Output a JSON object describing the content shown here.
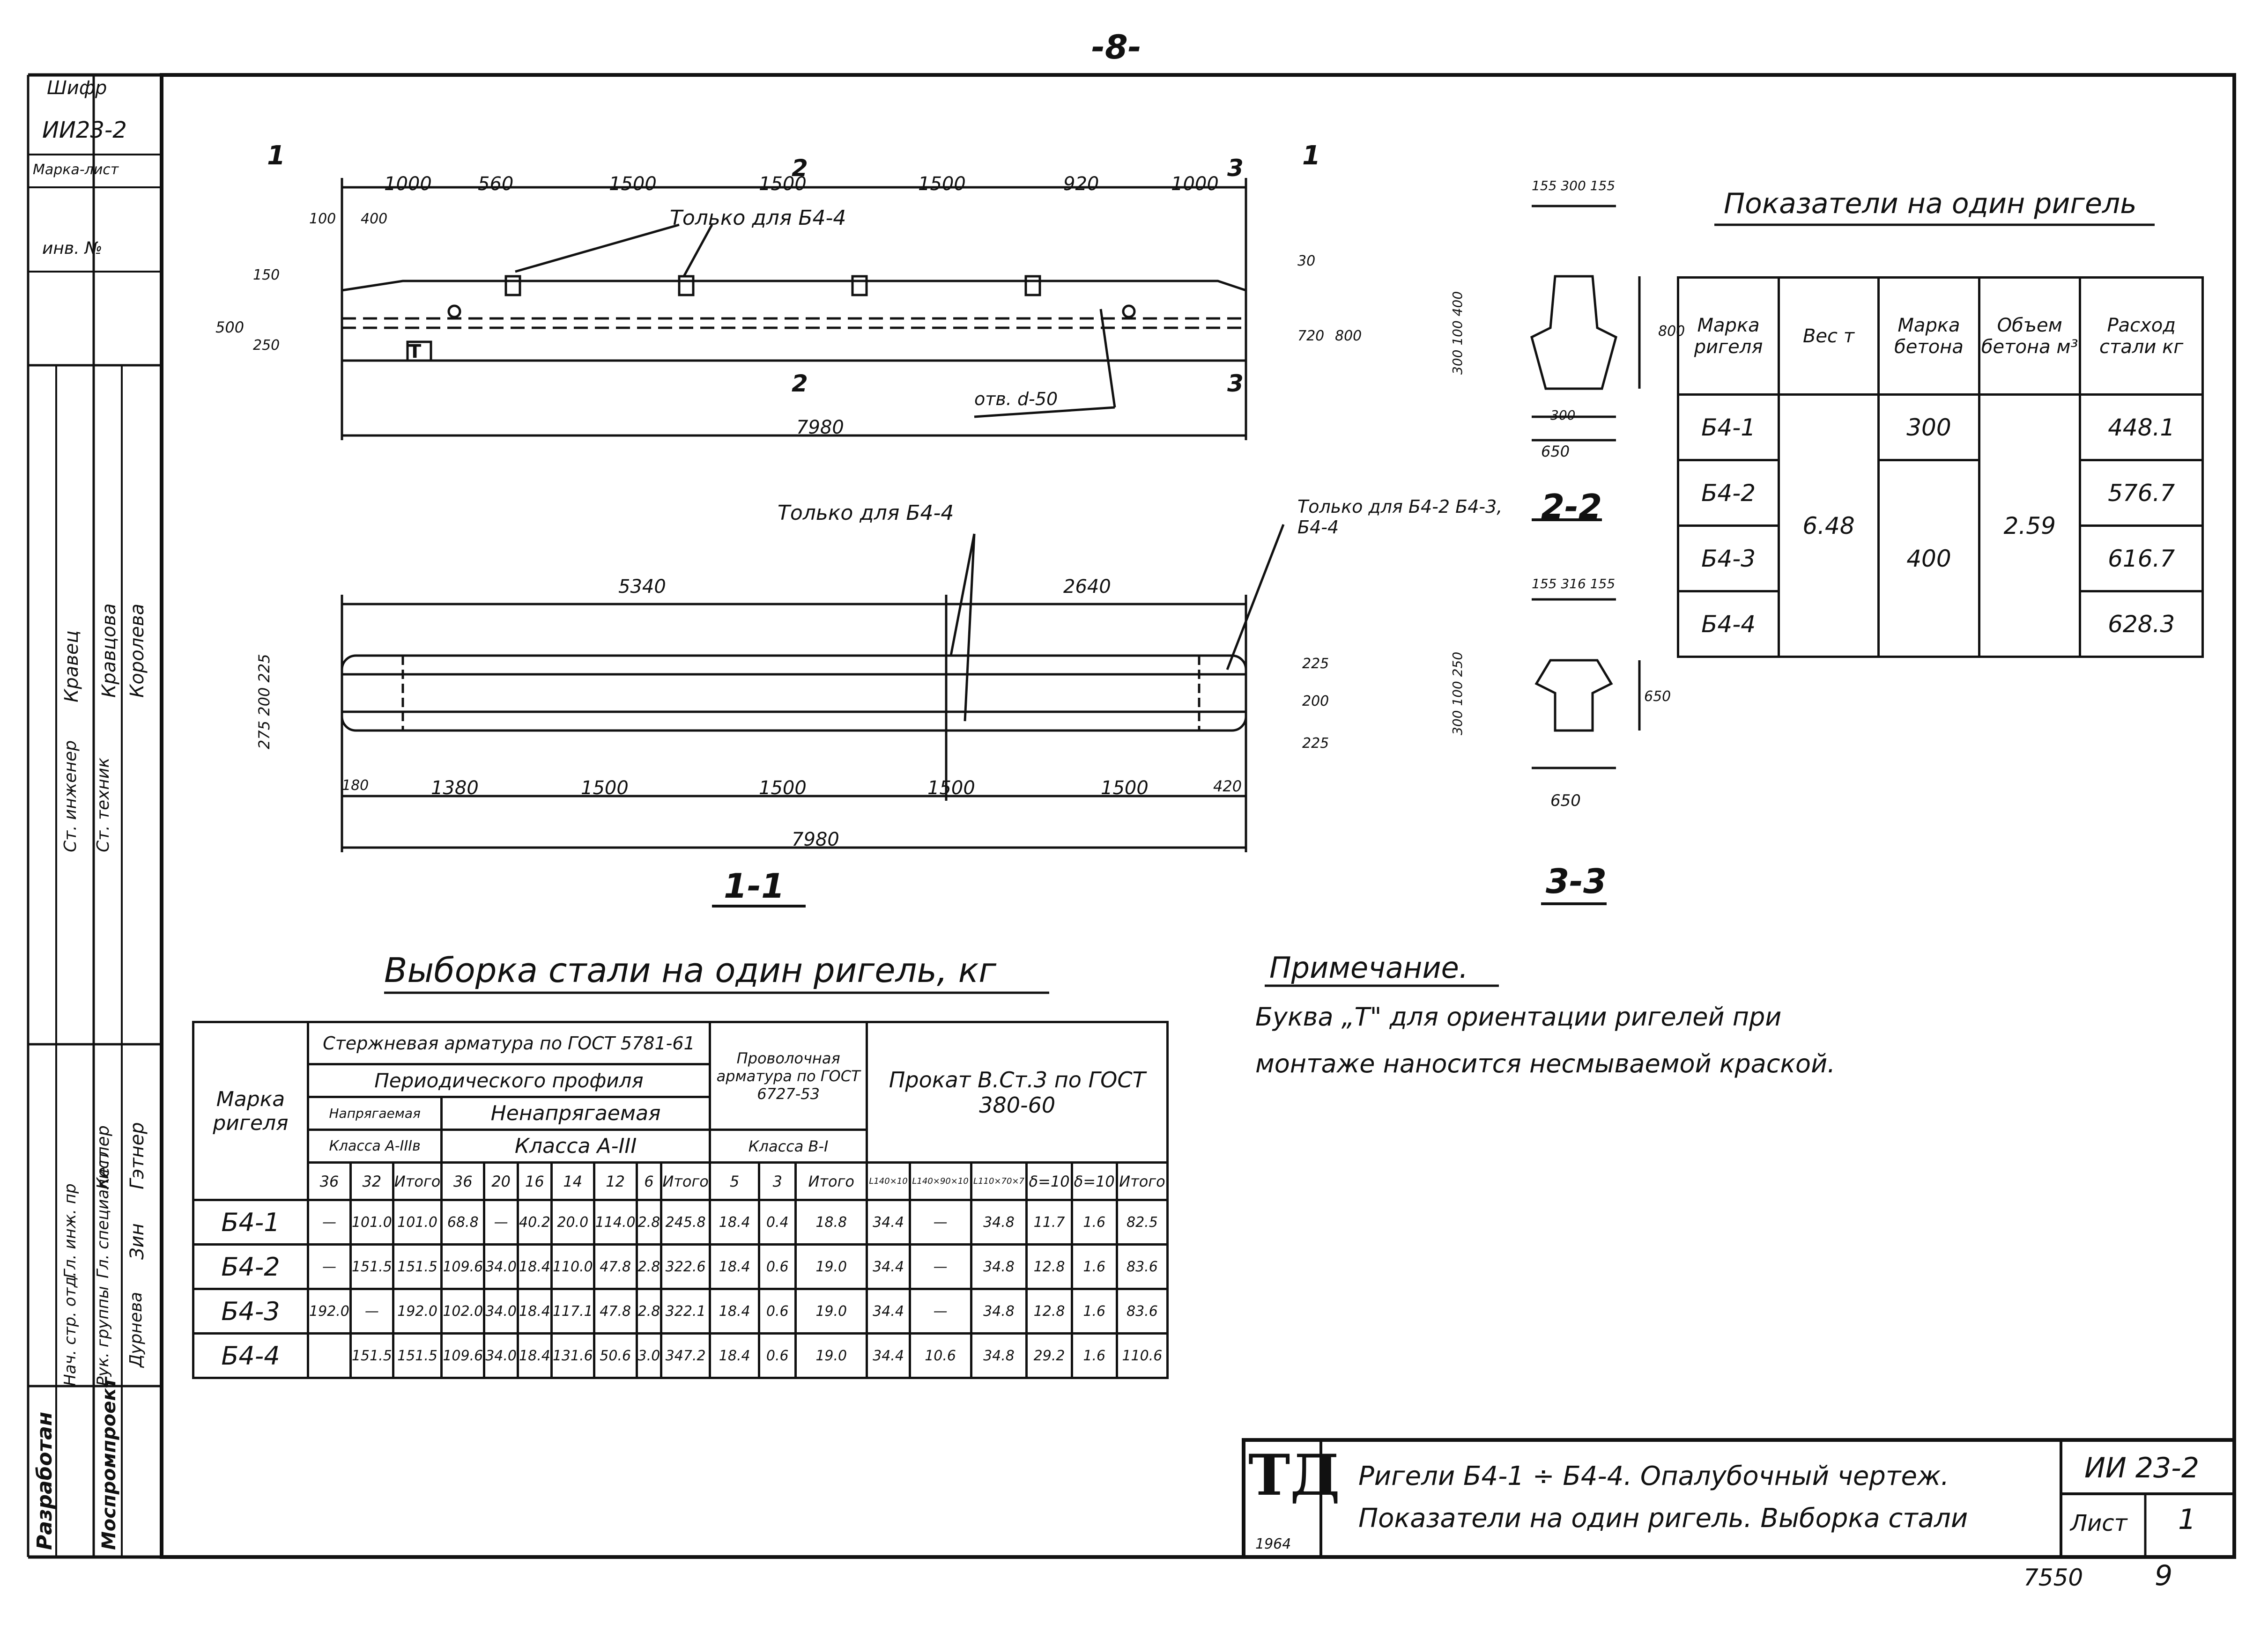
{
  "page_number": "-8-",
  "corner": {
    "shifr": "Шифр",
    "code": "ИИ23-2",
    "marka_list": "Марка-лист",
    "inv": "инв. №"
  },
  "drawing": {
    "top_dims": [
      "1000",
      "560",
      "1500",
      "1500",
      "1500",
      "920",
      "1000"
    ],
    "top_small_dims": [
      "100",
      "400"
    ],
    "note_b44_top": "Только для Б4-4",
    "hole_note": "отв. d-50",
    "height_dims": [
      "500",
      "150",
      "250"
    ],
    "right_dims": [
      "30",
      "720",
      "800"
    ],
    "total_length": "7980",
    "section_marks": [
      "1",
      "1",
      "2",
      "2",
      "3",
      "3"
    ],
    "plan_note_left": "Только для Б4-4",
    "plan_note_right": "Только для Б4-2 Б4-3, Б4-4",
    "plan_top_dims": [
      "5340",
      "2640"
    ],
    "plan_bottom_dims": [
      "180",
      "1380",
      "1500",
      "1500",
      "1500",
      "1500",
      "420"
    ],
    "plan_total": "7980",
    "plan_left_dims": "275 200 225",
    "plan_right_dims": [
      "225",
      "200",
      "225"
    ],
    "section_1_1_title": "1-1",
    "sec22": {
      "title": "2-2",
      "top": "155 300 155",
      "left": "300 100 400",
      "right": "800",
      "bottom": "650",
      "bottom2": "300"
    },
    "sec33": {
      "title": "3-3",
      "top": "155 316 155",
      "left": "300 100 250",
      "right": "650",
      "bottom": "650"
    }
  },
  "indicators": {
    "title": "Показатели на один ригель",
    "headers": [
      "Марка ригеля",
      "Вес т",
      "Марка бетона",
      "Объем бетона м³",
      "Расход стали кг"
    ],
    "rows": [
      {
        "mark": "Б4-1",
        "steel": "448.1"
      },
      {
        "mark": "Б4-2",
        "steel": "576.7"
      },
      {
        "mark": "Б4-3",
        "steel": "616.7"
      },
      {
        "mark": "Б4-4",
        "steel": "628.3"
      }
    ],
    "weight": "6.48",
    "concrete_300": "300",
    "concrete_400": "400",
    "volume": "2.59"
  },
  "steel_table": {
    "title": "Выборка стали на один ригель, кг",
    "h_mark": "Марка ригеля",
    "h_rod": "Стержневая арматура по ГОСТ 5781-61",
    "h_period": "Периодического профиля",
    "h_prestress": "Напрягаемая",
    "h_nonprestress": "Ненапрягаемая",
    "h_class_a3v": "Класса А-IIIв",
    "h_class_a3": "Класса А-III",
    "h_wire": "Проволочная арматура по ГОСТ 6727-53",
    "h_wire_class": "Класса В-I",
    "h_rolled": "Прокат В.Ст.3 по ГОСТ 380-60",
    "cols": [
      "36",
      "32",
      "Итого",
      "36",
      "20",
      "16",
      "14",
      "12",
      "6",
      "Итого",
      "5",
      "3",
      "Итого",
      "L140×10",
      "L140×90×10",
      "L110×70×7",
      "δ=10",
      "δ=10",
      "Итого"
    ],
    "rows": [
      [
        "Б4-1",
        "—",
        "101.0",
        "101.0",
        "68.8",
        "—",
        "40.2",
        "20.0",
        "114.0",
        "2.8",
        "245.8",
        "18.4",
        "0.4",
        "18.8",
        "34.4",
        "—",
        "34.8",
        "11.7",
        "1.6",
        "82.5"
      ],
      [
        "Б4-2",
        "—",
        "151.5",
        "151.5",
        "109.6",
        "34.0",
        "18.4",
        "110.0",
        "47.8",
        "2.8",
        "322.6",
        "18.4",
        "0.6",
        "19.0",
        "34.4",
        "—",
        "34.8",
        "12.8",
        "1.6",
        "83.6"
      ],
      [
        "Б4-3",
        "192.0",
        "—",
        "192.0",
        "102.0",
        "34.0",
        "18.4",
        "117.1",
        "47.8",
        "2.8",
        "322.1",
        "18.4",
        "0.6",
        "19.0",
        "34.4",
        "—",
        "34.8",
        "12.8",
        "1.6",
        "83.6"
      ],
      [
        "Б4-4",
        "",
        "151.5",
        "151.5",
        "109.6",
        "34.0",
        "18.4",
        "131.6",
        "50.6",
        "3.0",
        "347.2",
        "18.4",
        "0.6",
        "19.0",
        "34.4",
        "10.6",
        "34.8",
        "29.2",
        "1.6",
        "110.6"
      ]
    ]
  },
  "note": {
    "title": "Примечание.",
    "text1": "Буква „Т\" для ориентации ригелей при",
    "text2": "монтаже наносится несмываемой краской."
  },
  "stamp": {
    "logo": "ТД",
    "year": "1964",
    "title1": "Ригели Б4-1 ÷ Б4-4. Опалубочный чертеж.",
    "title2": "Показатели на один ригель. Выборка стали",
    "code": "ИИ 23-2",
    "sheet_label": "Лист",
    "sheet_num": "1"
  },
  "sidebar": {
    "developed": "Разработан",
    "org": "Моспромпроект",
    "roles": [
      "Гл. инж. пр",
      "Нач. стр. отд.",
      "Гл. специалист",
      "Рук. группы",
      "Ст. инженер",
      "Ст. техник"
    ],
    "names": [
      "Зин",
      "Гэтнер",
      "Кетлер",
      "Дурнева",
      "Кравцова",
      "Королева"
    ],
    "role_extra": "Ст. инженер",
    "name_extra": "Кравец"
  },
  "footer": {
    "left": "7550",
    "right": "9"
  }
}
